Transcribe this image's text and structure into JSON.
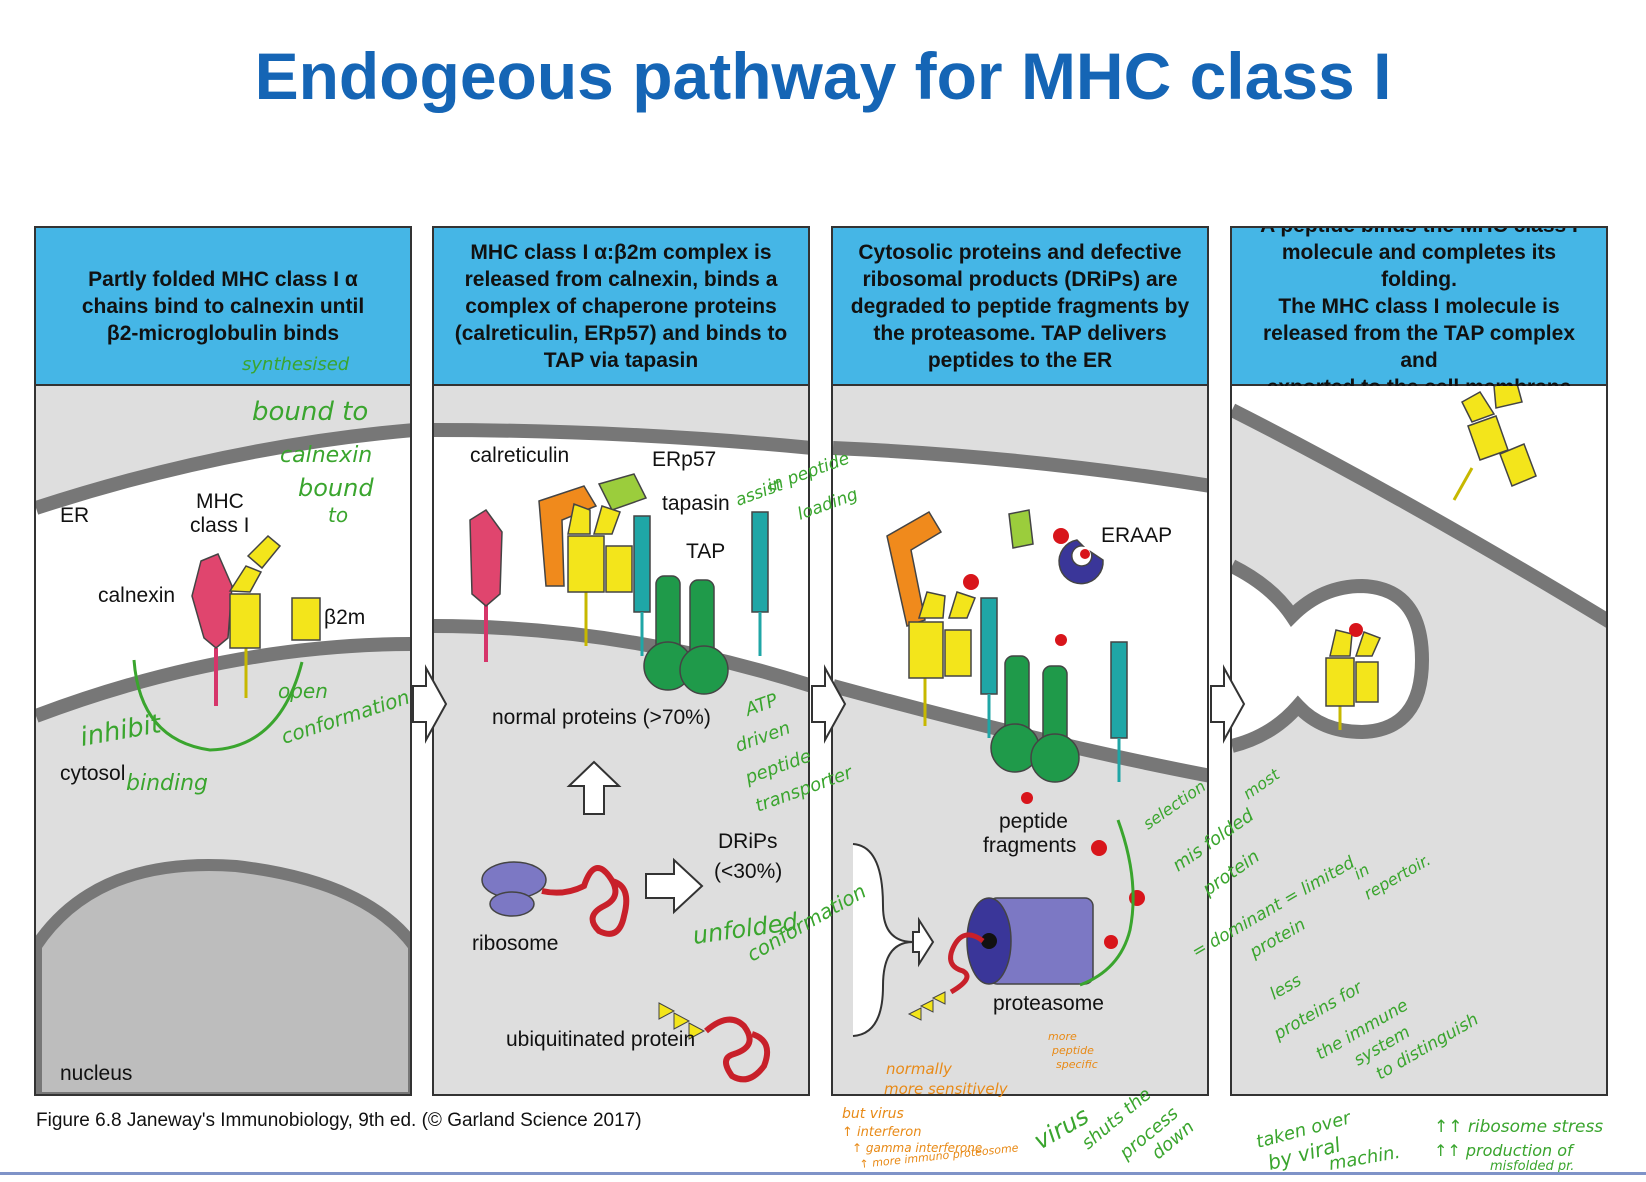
{
  "title": "Endogeous pathway for MHC class I",
  "caption": "Figure 6.8 Janeway's Immunobiology, 9th ed. (© Garland Science 2017)",
  "panels": [
    {
      "header_lines": [
        "Partly folded MHC class I α",
        "chains bind to calnexin until",
        "β2-microglobulin binds"
      ],
      "labels": {
        "er": "ER",
        "mhc1": "MHC",
        "mhc2": "class I",
        "calnexin": "calnexin",
        "b2m": "β2m",
        "cytosol": "cytosol",
        "nucleus": "nucleus"
      }
    },
    {
      "header_lines": [
        "MHC class I α:β2m complex is",
        "released from calnexin, binds a",
        "complex of chaperone proteins",
        "(calreticulin, ERp57) and binds to",
        "TAP via tapasin"
      ],
      "labels": {
        "calreticulin": "calreticulin",
        "erp57": "ERp57",
        "tapasin": "tapasin",
        "tap": "TAP",
        "normal": "normal proteins (>70%)",
        "ribosome": "ribosome",
        "drips1": "DRiPs",
        "drips2": "(<30%)",
        "ubiq": "ubiquitinated protein"
      }
    },
    {
      "header_lines": [
        "Cytosolic proteins and defective",
        "ribosomal products (DRiPs) are",
        "degraded to peptide fragments by",
        "the proteasome. TAP delivers",
        "peptides to the ER"
      ],
      "labels": {
        "eraap": "ERAAP",
        "pep1": "peptide",
        "pep2": "fragments",
        "proteasome": "proteasome"
      }
    },
    {
      "header_lines": [
        "A peptide binds the MHC class I",
        "molecule and completes its folding.",
        "The MHC class I molecule is",
        "released from the TAP complex and",
        "exported to the cell membrane"
      ],
      "labels": {}
    }
  ],
  "annotations": {
    "p1": [
      "synthesised",
      "bound to",
      "calnexin",
      "bound",
      "to",
      "open",
      "conformation",
      "inhibit",
      "binding"
    ],
    "p2": [
      "assist",
      "in peptide",
      "loading",
      "ATP",
      "driven",
      "peptide",
      "transporter",
      "unfolded",
      "conformation"
    ],
    "p3_orange": [
      "normally",
      "more sensitively",
      "but virus",
      "↑ interferon",
      "↑ gamma interferone",
      "↑ more immuno proteosome",
      "more",
      "peptide",
      "specific"
    ],
    "p3_green": [
      "virus",
      "shuts the",
      "process",
      "down",
      "taken over",
      "by viral",
      "machin."
    ],
    "p4": [
      "selection",
      "most",
      "mis folded",
      "protein",
      "= dominant = limited",
      "in",
      "repertoir.",
      "protein",
      "less",
      "proteins for",
      "the immune",
      "system",
      "to distinguish",
      "↑↑ ribosome stress",
      "↑↑ production of",
      "misfolded pr."
    ]
  }
}
